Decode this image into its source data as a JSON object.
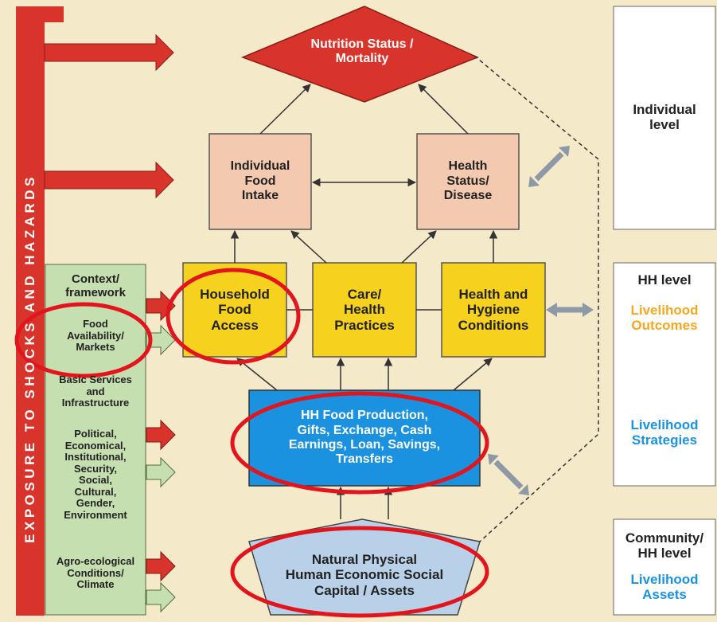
{
  "sidebar_label": "EXPOSURE TO SHOCKS AND HAZARDS",
  "outcome": {
    "nutrition": "Nutrition Status /\nMortality"
  },
  "individual": {
    "food_intake": "Individual\nFood\nIntake",
    "health_status": "Health\nStatus/\nDisease"
  },
  "household": {
    "food_access": "Household\nFood\nAccess",
    "care": "Care/\nHealth\nPractices",
    "hygiene": "Health and\nHygiene\nConditions"
  },
  "strategies": {
    "production": "HH Food Production,\nGifts, Exchange, Cash\nEarnings, Loan, Savings,\nTransfers"
  },
  "assets": {
    "capital": "Natural Physical\nHuman Economic Social\nCapital / Assets"
  },
  "context": {
    "heading": "Context/\nframework",
    "food_availability": "Food\nAvailability/\nMarkets",
    "basic_services": "Basic Services\nand\nInfrastructure",
    "political": "Political,\nEconomical,\nInstitutional,\nSecurity,\nSocial,\nCultural,\nGender,\nEnvironment",
    "agro": "Agro-ecological\nConditions/\nClimate"
  },
  "levels": {
    "individual": "Individual\nlevel",
    "hh": "HH level",
    "outcomes": "Livelihood\nOutcomes",
    "strategies": "Livelihood\nStrategies",
    "community": "Community/\nHH level",
    "assets": "Livelihood\nAssets"
  },
  "colors": {
    "background": "#f4e9c9",
    "exposure_red": "#d9342b",
    "diamond_red": "#d9342b",
    "pink_box": "#f3c9b0",
    "yellow_box": "#f6d21f",
    "blue_box": "#1a92e0",
    "pentagon": "#b9d1e8",
    "context_green": "#c6dfb0",
    "orange_text": "#f4a81d",
    "blue_text": "#1a92e0",
    "highlight_ellipse": "#e3141b"
  }
}
